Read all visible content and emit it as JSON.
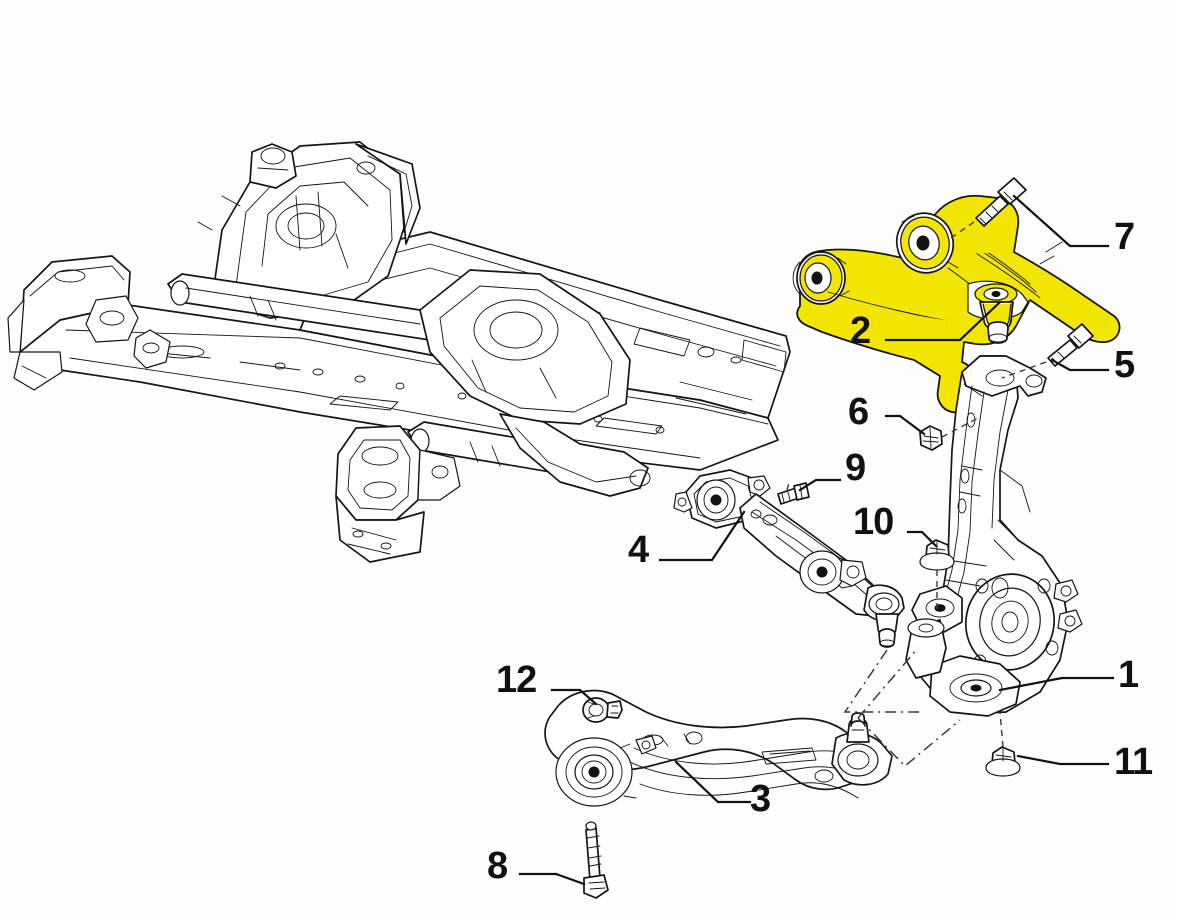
{
  "diagram": {
    "title": "Front suspension exploded parts diagram",
    "subject": "Front axle suspension assembly — subframe, control arms, steering knuckle and fasteners",
    "background_color": "#fdfdfd",
    "line_color": "#111111",
    "highlight_color": "#f2e600",
    "highlight_note": "Part 2 (upper control arm) is highlighted in yellow",
    "callouts": [
      {
        "id": "1",
        "label": "1",
        "part": "steering-knuckle",
        "leader": "right"
      },
      {
        "id": "2",
        "label": "2",
        "part": "upper-control-arm",
        "leader": "right",
        "highlighted": true
      },
      {
        "id": "3",
        "label": "3",
        "part": "front-lower-control-arm",
        "leader": "left"
      },
      {
        "id": "4",
        "label": "4",
        "part": "rear-lower-control-arm",
        "leader": "right"
      },
      {
        "id": "5",
        "label": "5",
        "part": "knuckle-upper-bolt",
        "leader": "left"
      },
      {
        "id": "6",
        "label": "6",
        "part": "knuckle-upper-nut",
        "leader": "right"
      },
      {
        "id": "7",
        "label": "7",
        "part": "upper-arm-bolt",
        "leader": "left"
      },
      {
        "id": "8",
        "label": "8",
        "part": "lower-arm-long-bolt",
        "leader": "right"
      },
      {
        "id": "9",
        "label": "9",
        "part": "rear-arm-small-bolt",
        "leader": "left"
      },
      {
        "id": "10",
        "label": "10",
        "part": "rear-ball-joint-nut",
        "leader": "right"
      },
      {
        "id": "11",
        "label": "11",
        "part": "lower-ball-joint-nut",
        "leader": "left"
      },
      {
        "id": "12",
        "label": "12",
        "part": "retaining-clip-washer",
        "leader": "right"
      }
    ],
    "components": [
      {
        "name": "subframe",
        "label": "Front subframe / crossmember",
        "highlighted": false
      },
      {
        "name": "upper-control-arm",
        "label": "Upper control arm",
        "highlighted": true
      },
      {
        "name": "steering-knuckle",
        "label": "Steering knuckle",
        "highlighted": false
      },
      {
        "name": "rear-lower-control-arm",
        "label": "Rear lower control arm",
        "highlighted": false
      },
      {
        "name": "front-lower-control-arm",
        "label": "Front lower control arm",
        "highlighted": false
      }
    ]
  }
}
